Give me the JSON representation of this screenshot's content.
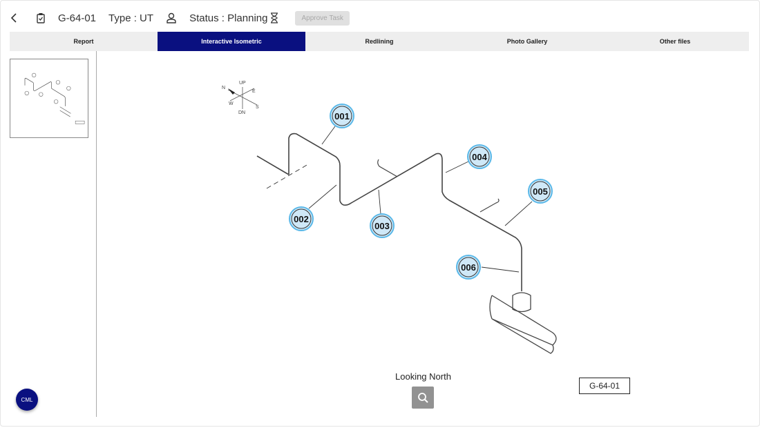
{
  "header": {
    "task_id": "G-64-01",
    "type": "Type : UT",
    "status": "Status : Planning",
    "approve_label": "Approve Task"
  },
  "tabs": [
    {
      "label": "Report"
    },
    {
      "label": "Interactive Isometric"
    },
    {
      "label": "Redlining"
    },
    {
      "label": "Photo Gallery"
    },
    {
      "label": "Other files"
    }
  ],
  "active_tab": 1,
  "compass": {
    "up": "UP",
    "dn": "DN",
    "n": "N",
    "e": "E",
    "s": "S",
    "w": "W"
  },
  "markers": [
    "001",
    "002",
    "003",
    "004",
    "005",
    "006"
  ],
  "drawing": {
    "view_label": "Looking North",
    "tag": "G-64-01"
  },
  "cml_label": "CML",
  "colors": {
    "accent": "#0a1080",
    "marker_fill": "#cfe8f7",
    "marker_ring": "#5ab8e8"
  }
}
